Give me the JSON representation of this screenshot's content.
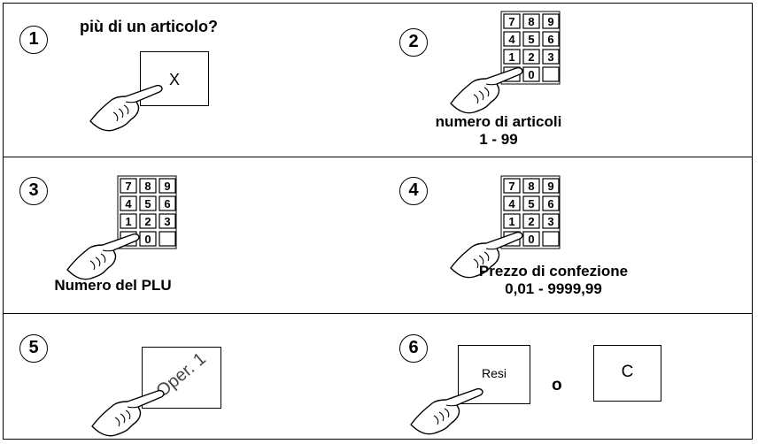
{
  "steps": [
    {
      "num": "1",
      "title": "più di un articolo?",
      "key_label": "X"
    },
    {
      "num": "2",
      "caption_line1": "numero di articoli",
      "caption_line2": "1 - 99"
    },
    {
      "num": "3",
      "caption_line1": "Numero del PLU"
    },
    {
      "num": "4",
      "caption_line1": "Prezzo di confezione",
      "caption_line2": "0,01 - 9999,99"
    },
    {
      "num": "5",
      "key_label": "Oper. 1"
    },
    {
      "num": "6",
      "key_label_a": "Resi",
      "connector": "o",
      "key_label_b": "C"
    }
  ],
  "keypad": [
    "7",
    "8",
    "9",
    "4",
    "5",
    "6",
    "1",
    "2",
    "3",
    "",
    "0",
    ""
  ],
  "icons": [
    "pointing-hand-icon",
    "numeric-keypad-icon"
  ]
}
